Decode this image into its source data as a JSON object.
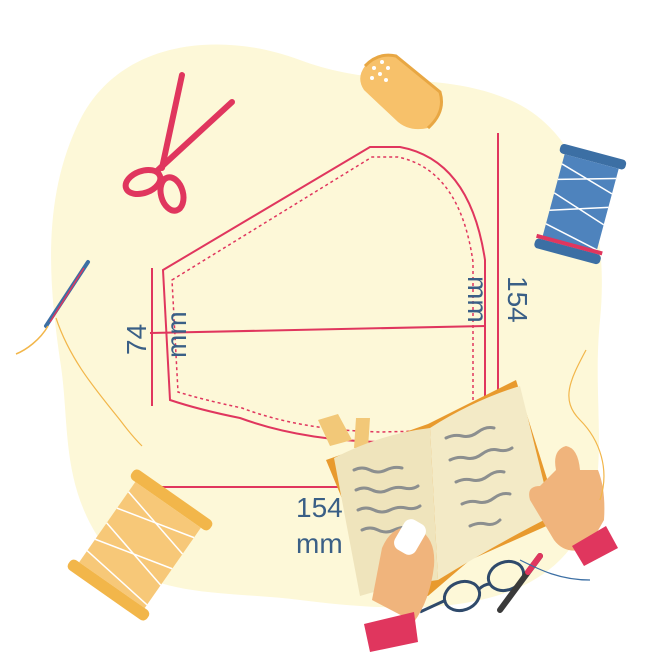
{
  "pattern": {
    "height_value": "74",
    "height_unit": "mm",
    "right_value": "154",
    "right_unit": "mm",
    "bottom_value": "154",
    "bottom_unit": "mm"
  },
  "colors": {
    "background_blob": "#fdf8d8",
    "pattern_line": "#e0365e",
    "dimension_text": "#3a5f86",
    "thread_blue": "#3c6fa4",
    "thread_yellow": "#f2b64a",
    "book_page": "#efe4bc",
    "skin": "#f0b47c",
    "cuff": "#e0365e"
  },
  "icons": [
    "scissors-icon",
    "thimble-icon",
    "blue-thread-spool-icon",
    "needle-icon",
    "yellow-thread-spool-icon",
    "open-book-icon",
    "reading-glasses-icon",
    "pen-icon",
    "chalk-icon"
  ]
}
